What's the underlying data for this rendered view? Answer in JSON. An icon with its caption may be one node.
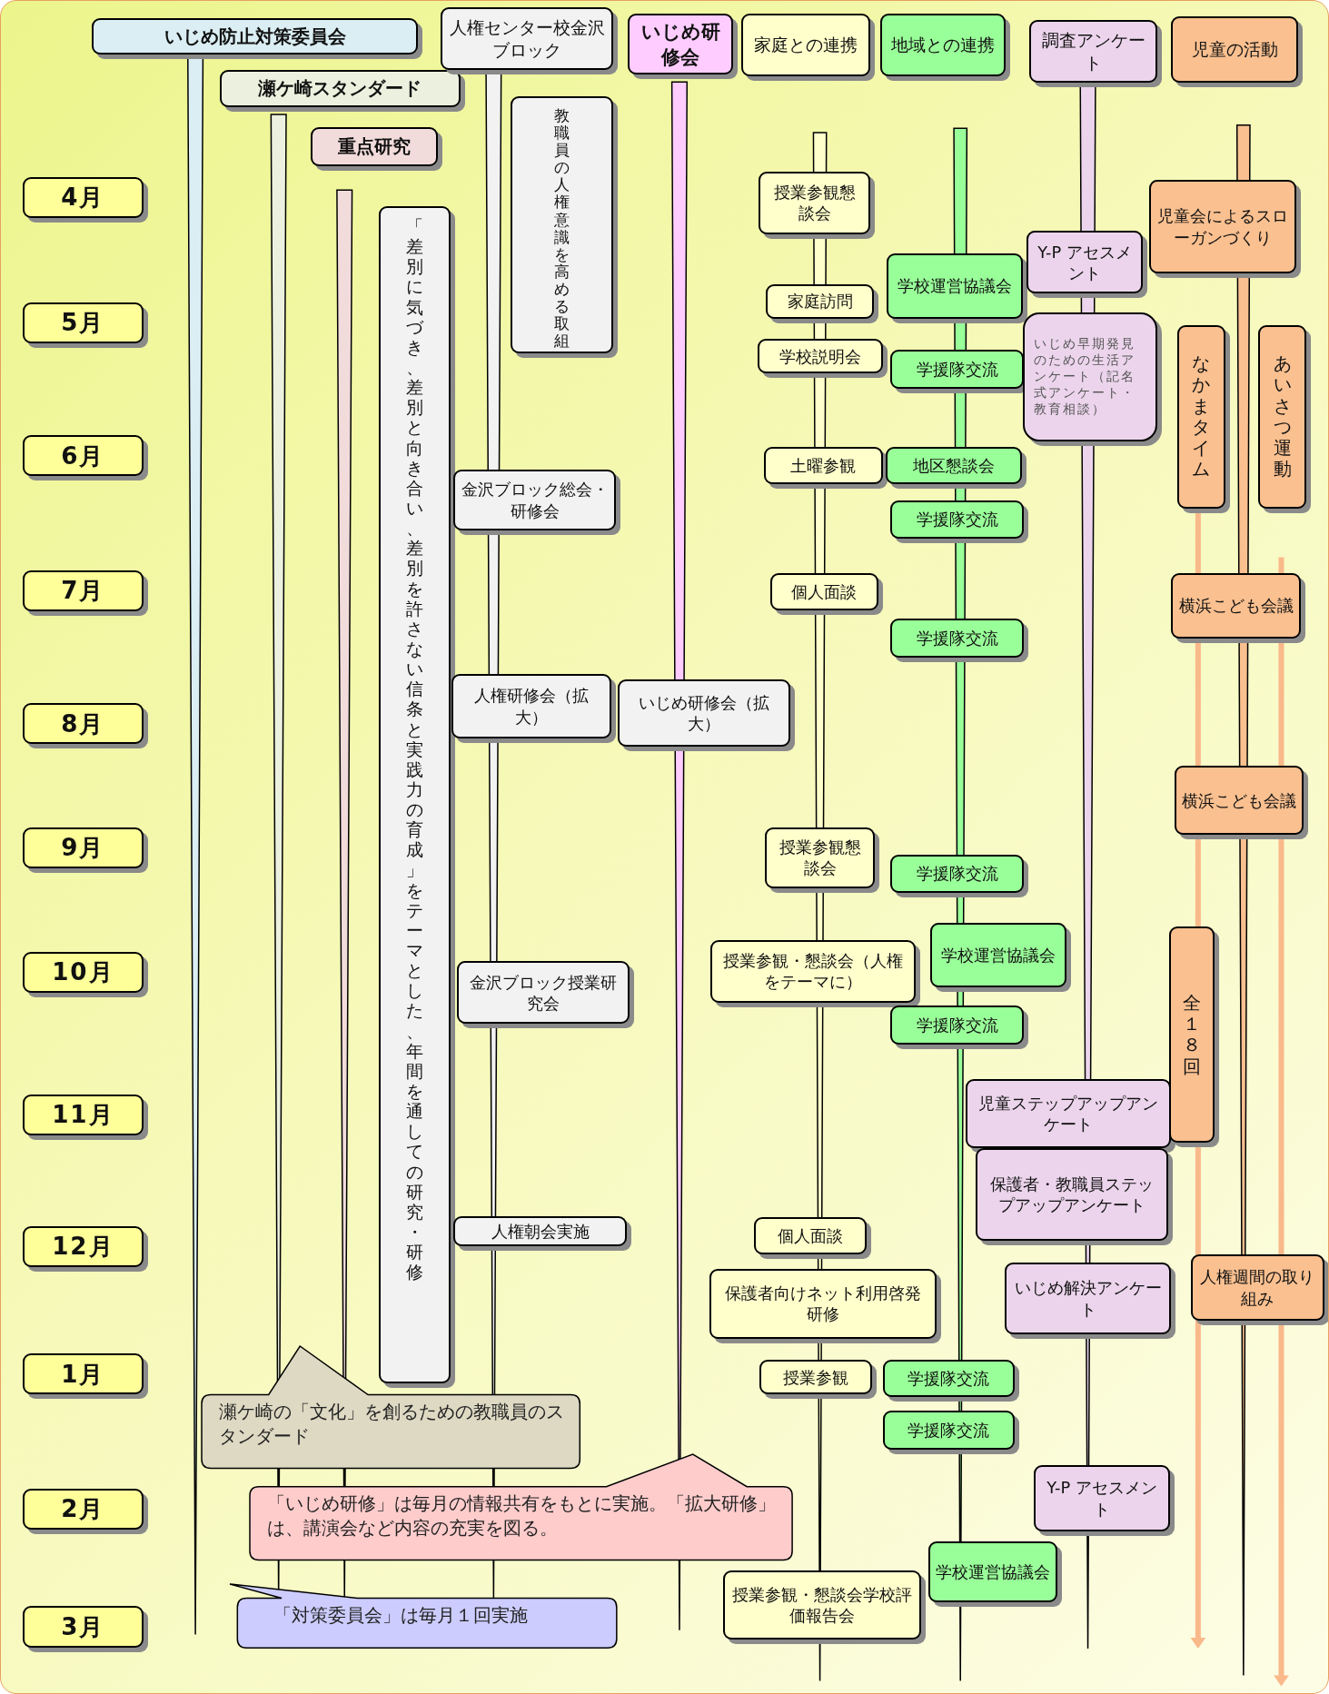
{
  "diagram": {
    "nodes": [
      {
        "text": [
          "いじめ防止対策委員会"
        ]
      },
      {
        "text": [
          "瀬ケ崎スタンダード"
        ]
      },
      {
        "text": [
          "重点研究"
        ]
      },
      {
        "text": [
          "人権センター校金沢ブロック"
        ]
      },
      {
        "text": [
          "いじめ研修会"
        ]
      },
      {
        "text": [
          "家庭との連携"
        ]
      },
      {
        "text": [
          "地域との連携"
        ]
      },
      {
        "text": [
          "調査アンケート"
        ]
      },
      {
        "text": [
          "児童の活動"
        ]
      },
      {
        "text": [
          "4月"
        ]
      },
      {
        "text": [
          "5月"
        ]
      },
      {
        "text": [
          "6月"
        ]
      },
      {
        "text": [
          "7月"
        ]
      },
      {
        "text": [
          "8月"
        ]
      },
      {
        "text": [
          "9月"
        ]
      },
      {
        "text": [
          "10月"
        ]
      },
      {
        "text": [
          "11月"
        ]
      },
      {
        "text": [
          "12月"
        ]
      },
      {
        "text": [
          "1月"
        ]
      },
      {
        "text": [
          "2月"
        ]
      },
      {
        "text": [
          "3月"
        ]
      },
      {
        "text": [
          "「差別に気づき、差別と向き合い、差別を許さない信条と実践力の育成」をテーマとした、年間を通しての研究・研修"
        ]
      },
      {
        "text": [
          "教職員の人権意識を高める取組"
        ]
      },
      {
        "text": [
          "金沢ブロック総会・研修会"
        ]
      },
      {
        "text": [
          "人権研修会（拡大）"
        ]
      },
      {
        "text": [
          "いじめ研修会（拡大）"
        ]
      },
      {
        "text": [
          "金沢ブロック授業研究会"
        ]
      },
      {
        "text": [
          "人権朝会実施"
        ]
      },
      {
        "text": [
          "授業参観懇談会"
        ]
      },
      {
        "text": [
          "家庭訪問"
        ]
      },
      {
        "text": [
          "学校説明会"
        ]
      },
      {
        "text": [
          "土曜参観"
        ]
      },
      {
        "text": [
          "個人面談"
        ]
      },
      {
        "text": [
          "授業参観懇談会"
        ]
      },
      {
        "text": [
          "授業参観・懇談会（人権をテーマに）"
        ]
      },
      {
        "text": [
          "個人面談"
        ]
      },
      {
        "text": [
          "保護者向けネット利用啓発研修"
        ]
      },
      {
        "text": [
          "授業参観"
        ]
      },
      {
        "text": [
          "授業参観・懇談会学校評価報告会"
        ]
      },
      {
        "text": [
          "学校運営協議会"
        ]
      },
      {
        "text": [
          "学援隊交流"
        ]
      },
      {
        "text": [
          "地区懇談会"
        ]
      },
      {
        "text": [
          "学援隊交流"
        ]
      },
      {
        "text": [
          "学援隊交流"
        ]
      },
      {
        "text": [
          "学援隊交流"
        ]
      },
      {
        "text": [
          "学校運営協議会"
        ]
      },
      {
        "text": [
          "学援隊交流"
        ]
      },
      {
        "text": [
          "学援隊交流"
        ]
      },
      {
        "text": [
          "学援隊交流"
        ]
      },
      {
        "text": [
          "学校運営協議会"
        ]
      },
      {
        "text": [
          "Y-P アセスメント"
        ]
      },
      {
        "text": [
          "いじめ早期発見のための生活アンケート（記名式アンケート・教育相談）"
        ]
      },
      {
        "text": [
          "児童ステップアップアンケート"
        ]
      },
      {
        "text": [
          "保護者・教職員ステップアップアンケート"
        ]
      },
      {
        "text": [
          "いじめ解決アンケート"
        ]
      },
      {
        "text": [
          "Y-P アセスメント"
        ]
      },
      {
        "text": [
          "児童会によるスローガンづくり"
        ]
      },
      {
        "text": [
          "なかまタイム"
        ]
      },
      {
        "text": [
          "あいさつ運動"
        ]
      },
      {
        "text": [
          "横浜こども会議"
        ]
      },
      {
        "text": [
          "横浜こども会議"
        ]
      },
      {
        "text": [
          "全１８回"
        ]
      },
      {
        "text": [
          "人権週間の取り組み"
        ]
      },
      {
        "text": [
          "瀬ケ崎の「文化」を創るための教職員のスタンダード"
        ]
      },
      {
        "text": [
          "「いじめ研修」は毎月の情報共有をもとに実施。「拡大研修」は、講演会など内容の充実を図る。"
        ]
      },
      {
        "text": [
          "「対策委員会」は毎月１回実施"
        ]
      }
    ]
  }
}
